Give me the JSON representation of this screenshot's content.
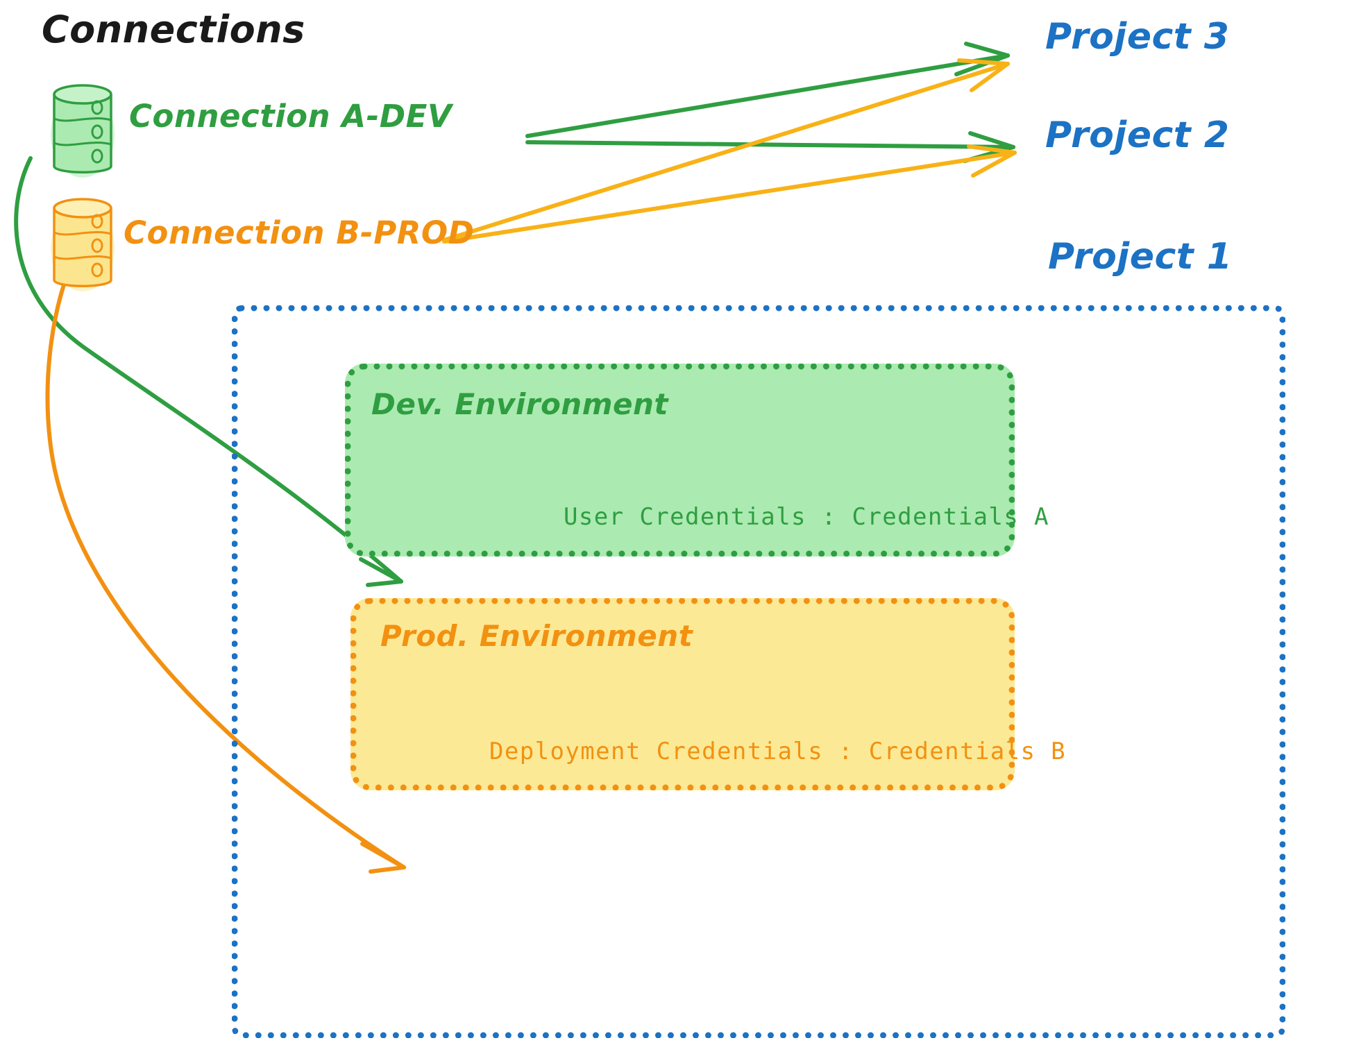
{
  "diagram": {
    "title": "Connections",
    "title_color": "#1a1a1a",
    "background": "#ffffff"
  },
  "connections": [
    {
      "id": "connection-a-dev",
      "label": "Connection A-DEV",
      "color": "#2f9e41",
      "icon": "database-cylinder-icon",
      "fill": "#abeab1",
      "targets": [
        "Project 3",
        "Project 2",
        "Project 1 / Dev. Environment"
      ]
    },
    {
      "id": "connection-b-prod",
      "label": "Connection B-PROD",
      "color": "#f29111",
      "icon": "database-cylinder-icon",
      "fill": "#fce996",
      "targets": [
        "Project 3",
        "Project 2",
        "Project 1 / Prod. Environment"
      ]
    }
  ],
  "projects": [
    {
      "id": "project-3",
      "label": "Project 3",
      "color": "#1c72c4"
    },
    {
      "id": "project-2",
      "label": "Project 2",
      "color": "#1c72c4"
    },
    {
      "id": "project-1",
      "label": "Project 1",
      "color": "#1c72c4"
    }
  ],
  "project1": {
    "border_color": "#1c72c4",
    "environments": [
      {
        "id": "dev-environment",
        "name": "Dev. Environment",
        "credentials_text": "User Credentials : Credentials A",
        "color": "#2f9e41",
        "fill": "#abeab1"
      },
      {
        "id": "prod-environment",
        "name": "Prod. Environment",
        "credentials_text": "Deployment Credentials : Credentials B",
        "color": "#f29111",
        "fill": "#fce996"
      }
    ]
  }
}
